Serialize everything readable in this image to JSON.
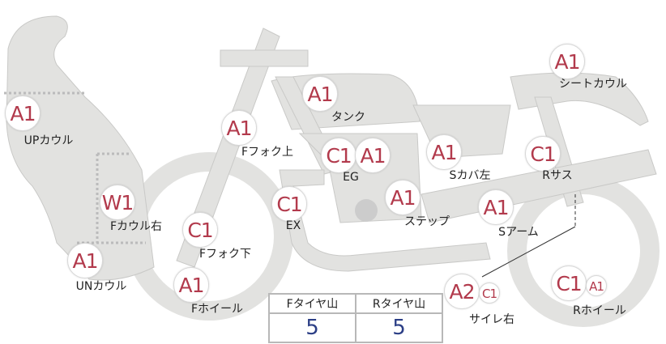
{
  "markers": [
    {
      "codes": [
        "A1"
      ],
      "label": "UPカウル"
    },
    {
      "codes": [
        "A1"
      ],
      "label": "タンク"
    },
    {
      "codes": [
        "A1"
      ],
      "label": "シートカウル"
    },
    {
      "codes": [
        "A1"
      ],
      "label": "Fフォク上"
    },
    {
      "codes": [
        "C1",
        "A1"
      ],
      "label": "EG"
    },
    {
      "codes": [
        "A1"
      ],
      "label": "Sカバ左"
    },
    {
      "codes": [
        "C1"
      ],
      "label": "Rサス"
    },
    {
      "codes": [
        "W1"
      ],
      "label": "Fカウル右"
    },
    {
      "codes": [
        "C1"
      ],
      "label": "EX"
    },
    {
      "codes": [
        "A1"
      ],
      "label": "ステップ"
    },
    {
      "codes": [
        "A1"
      ],
      "label": "Sアーム"
    },
    {
      "codes": [
        "C1"
      ],
      "label": "Fフォク下"
    },
    {
      "codes": [
        "A1"
      ],
      "label": "UNカウル"
    },
    {
      "codes": [
        "A1"
      ],
      "label": "Fホイール"
    },
    {
      "codes": [
        "A2",
        "C1"
      ],
      "label": "サイレ右"
    },
    {
      "codes": [
        "C1",
        "A1"
      ],
      "label": "Rホイール"
    }
  ],
  "tire_table": {
    "headers": [
      "Fタイヤ山",
      "Rタイヤ山"
    ],
    "values": [
      "5",
      "5"
    ]
  },
  "colors": {
    "marker_text": "#b23a4c",
    "value_text": "#2c3f86",
    "part_fill": "#e2e2e0"
  }
}
